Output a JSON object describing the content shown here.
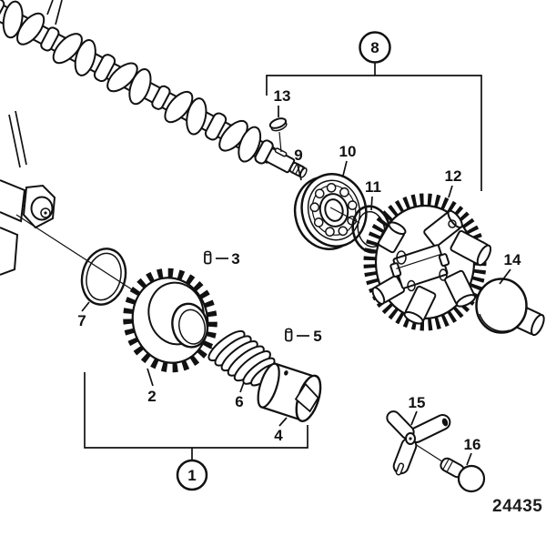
{
  "diagram": {
    "type": "exploded-parts-diagram",
    "drawing_number": "24435",
    "callouts": [
      "1",
      "2",
      "3",
      "4",
      "5",
      "6",
      "7",
      "8",
      "9",
      "10",
      "11",
      "12",
      "13",
      "14",
      "15",
      "16"
    ],
    "group_callouts": [
      "1",
      "8"
    ],
    "colors": {
      "ink": "#111111",
      "paper": "#ffffff"
    }
  }
}
